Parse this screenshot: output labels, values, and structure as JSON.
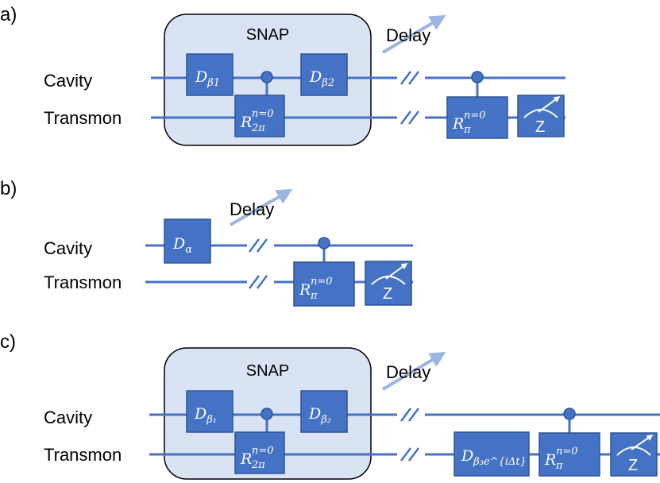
{
  "colors": {
    "wire": "#4472c4",
    "gate_fill": "#4472c4",
    "gate_stroke": "#2f5597",
    "snap_fill": "#dae3f3",
    "snap_stroke": "#000000",
    "delay_arrow": "#9db3e0"
  },
  "panels": [
    {
      "label": "a)",
      "wires": {
        "cavity": "Cavity",
        "transmon": "Transmon"
      },
      "snap": {
        "label": "SNAP"
      },
      "delay": "Delay",
      "gates": [
        {
          "base": "D",
          "sub": "β1"
        },
        {
          "base": "D",
          "sub": "β2"
        },
        {
          "base": "R",
          "sup": "n=0",
          "sub": "2π"
        },
        {
          "base": "R",
          "sup": "n=0",
          "sub": "π"
        }
      ],
      "measure": {
        "label": "Z",
        "icon": "meter-icon"
      }
    },
    {
      "label": "b)",
      "wires": {
        "cavity": "Cavity",
        "transmon": "Transmon"
      },
      "delay": "Delay",
      "gates": [
        {
          "base": "D",
          "sub": "α"
        },
        {
          "base": "R",
          "sup": "n=0",
          "sub": "π"
        }
      ],
      "measure": {
        "label": "Z",
        "icon": "meter-icon"
      }
    },
    {
      "label": "c)",
      "wires": {
        "cavity": "Cavity",
        "transmon": "Transmon"
      },
      "snap": {
        "label": "SNAP"
      },
      "delay": "Delay",
      "gates": [
        {
          "base": "D",
          "sub": "β₁"
        },
        {
          "base": "D",
          "sub": "β₂"
        },
        {
          "base": "R",
          "sup": "n=0",
          "sub": "2π"
        },
        {
          "base": "D",
          "sub": "β₃e^{iΔt}"
        },
        {
          "base": "R",
          "sup": "n=0",
          "sub": "π"
        }
      ],
      "measure": {
        "label": "Z",
        "icon": "meter-icon"
      }
    }
  ]
}
